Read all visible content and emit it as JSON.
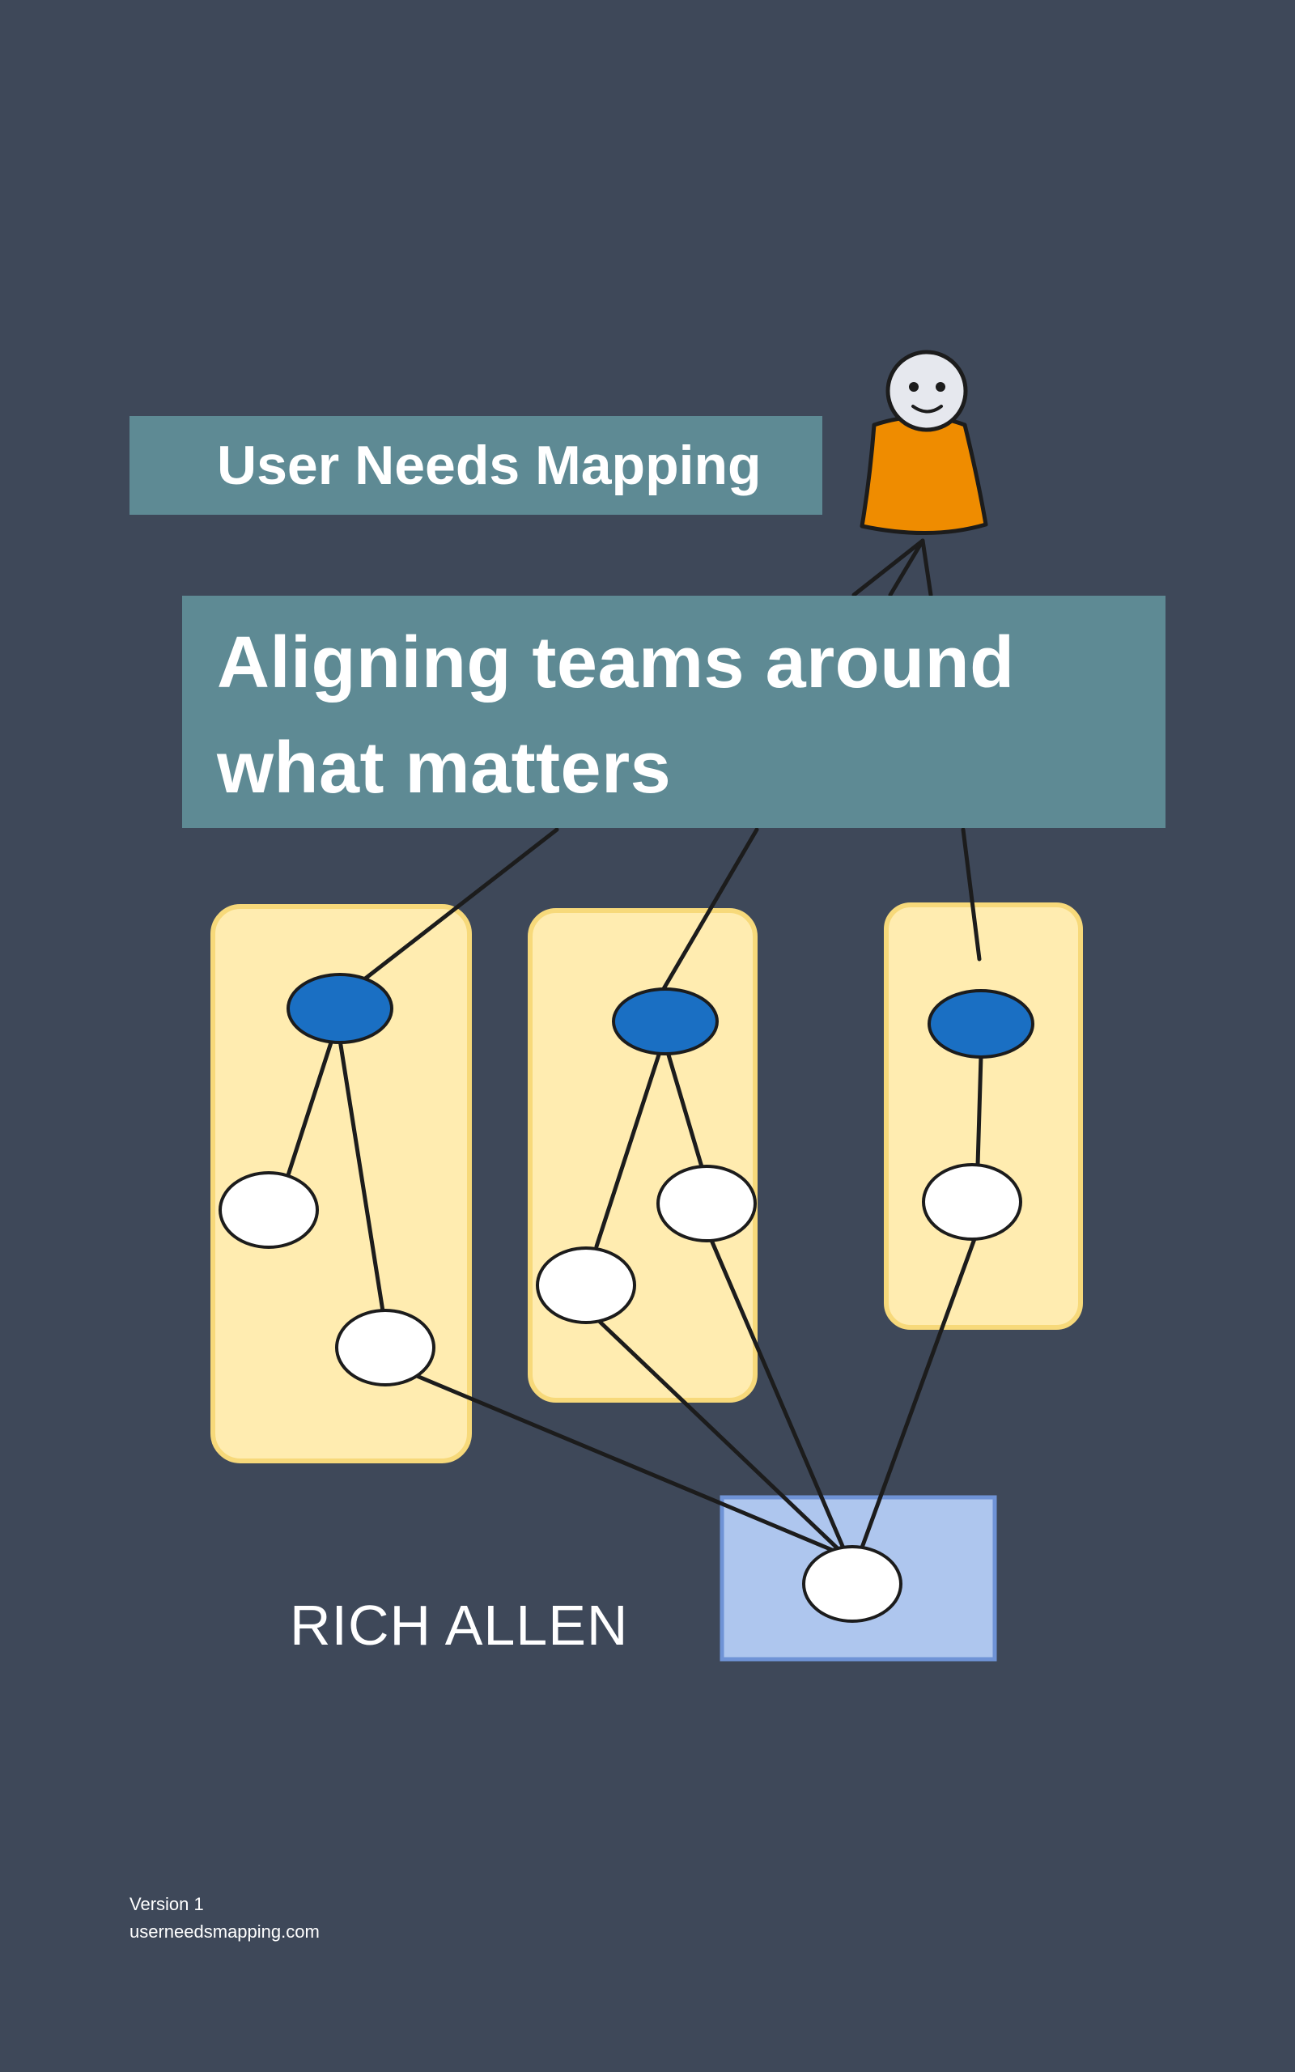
{
  "cover": {
    "series_title": "User Needs Mapping",
    "title_line_1": "Aligning teams around",
    "title_line_2": "what matters",
    "author": "RICH ALLEN",
    "version": "Version 1",
    "website": "userneedsmapping.com"
  },
  "colors": {
    "background": "#3e4859",
    "title_box": "#5e8a94",
    "group_fill": "#ffecb0",
    "group_border": "#f7d97a",
    "user_node": "#1a6fc3",
    "dependency_node": "#ffffff",
    "shared_fill": "#aec6ee",
    "shared_border": "#6f93d6",
    "person_body": "#ef8c00",
    "person_head": "#e6e8ee",
    "edge": "#1c1c1c"
  },
  "illustration": {
    "person": "stick-figure-user-icon"
  }
}
